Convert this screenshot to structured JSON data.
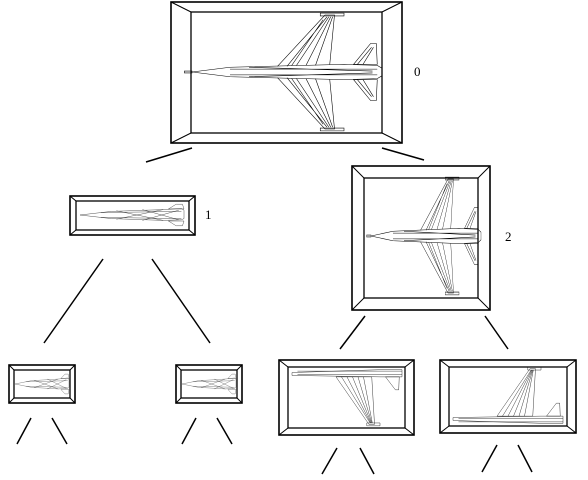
{
  "nodes": [
    {
      "id": "0",
      "label": "0",
      "view": "top"
    },
    {
      "id": "1",
      "label": "1",
      "view": "side"
    },
    {
      "id": "2",
      "label": "2",
      "view": "top"
    },
    {
      "id": "3",
      "label": "",
      "view": "side"
    },
    {
      "id": "4",
      "label": "",
      "view": "side"
    },
    {
      "id": "5",
      "label": "",
      "view": "wing-lower"
    },
    {
      "id": "6",
      "label": "",
      "view": "wing-upper"
    }
  ],
  "edges": [
    [
      "0",
      "1"
    ],
    [
      "0",
      "2"
    ],
    [
      "1",
      "3"
    ],
    [
      "1",
      "4"
    ],
    [
      "2",
      "5"
    ],
    [
      "2",
      "6"
    ]
  ],
  "icons": {
    "node_image": "fighter-jet-wireframe-icon"
  }
}
